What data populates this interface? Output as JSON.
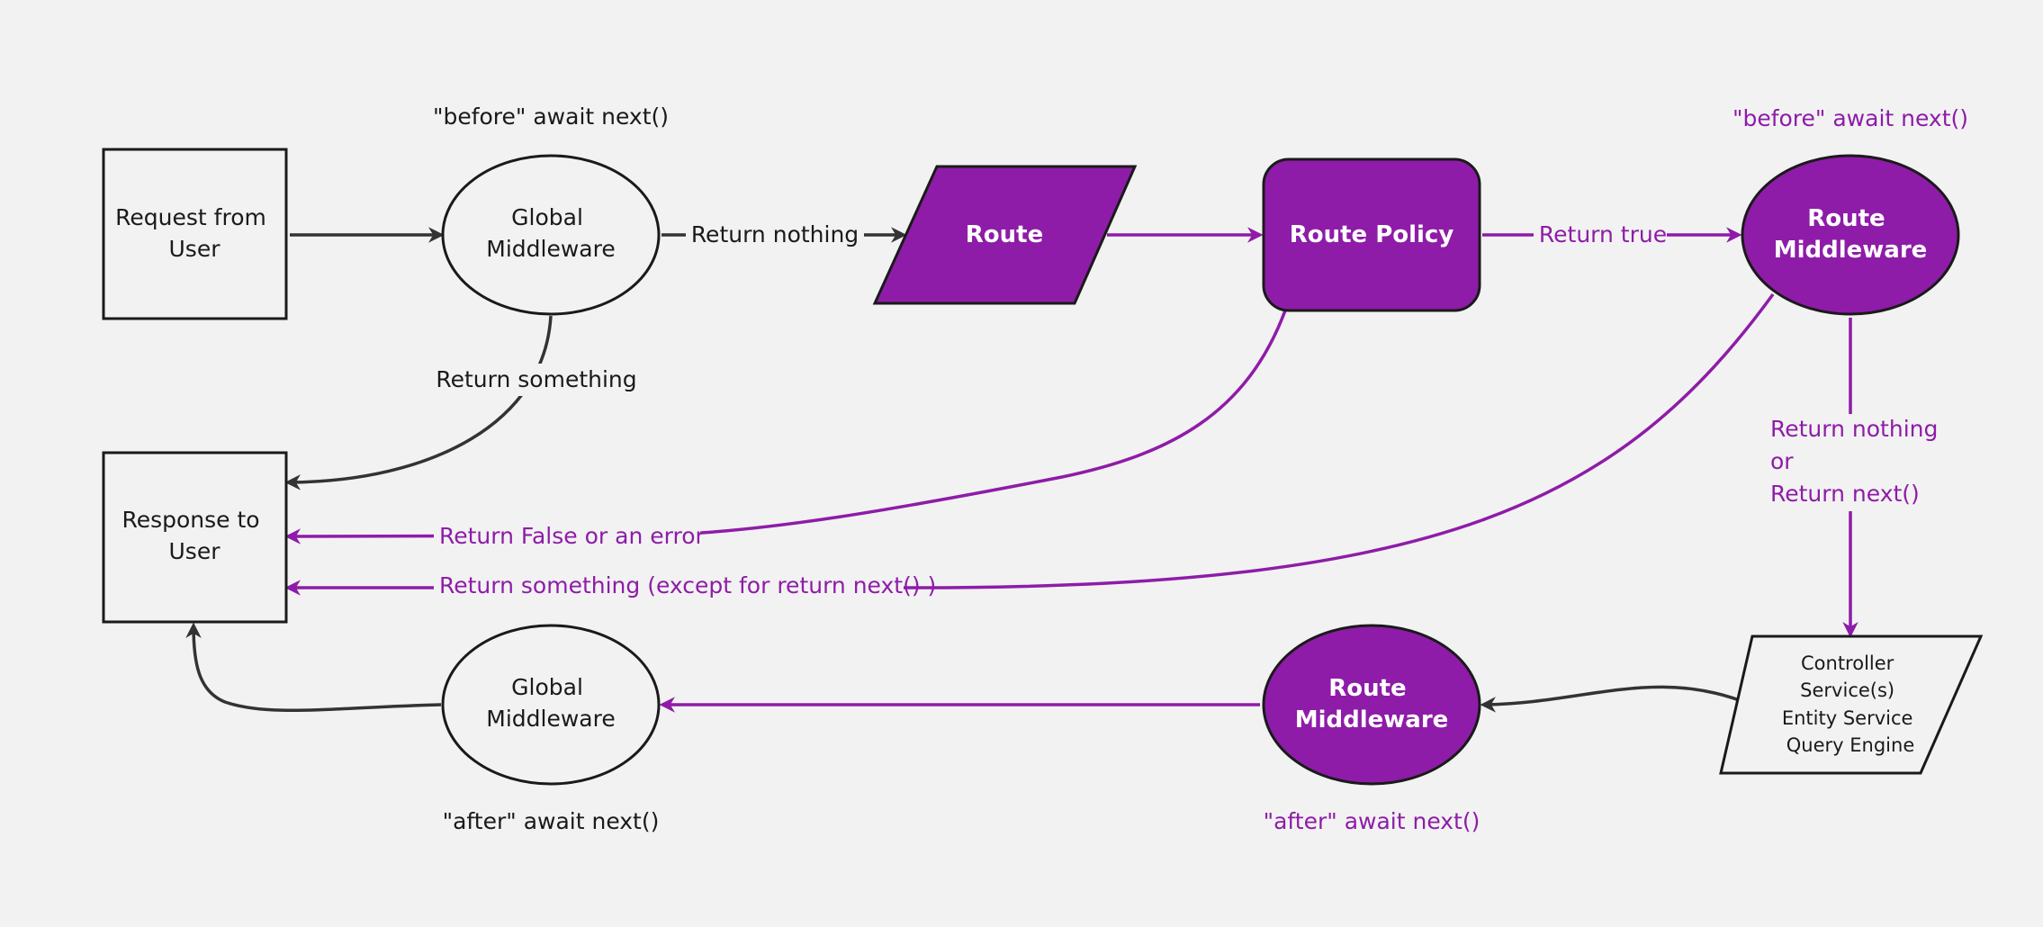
{
  "colors": {
    "background": "#f2f2f2",
    "accent_purple": "#8e1ca8",
    "node_outline": "#1a1a1a",
    "dark_edge": "#333333"
  },
  "nodes": {
    "request": [
      "Request from",
      "User"
    ],
    "response": [
      "Response to",
      "User"
    ],
    "global_mw_before": [
      "Global",
      "Middleware"
    ],
    "route": [
      "Route"
    ],
    "route_policy": [
      "Route Policy"
    ],
    "route_mw_before": [
      "Route",
      "Middleware"
    ],
    "controller": [
      "Controller",
      "Service(s)",
      "Entity Service",
      "Query Engine"
    ],
    "route_mw_after": [
      "Route",
      "Middleware"
    ],
    "global_mw_after": [
      "Global",
      "Middleware"
    ]
  },
  "annotations": {
    "global_before": "\"before\" await next()",
    "route_before": "\"before\" await next()",
    "global_after": "\"after\" await next()",
    "route_after": "\"after\" await next()"
  },
  "edge_labels": {
    "return_nothing": "Return nothing",
    "return_something": "Return something",
    "return_true": "Return true",
    "return_false_error": "Return False or an error",
    "return_something_except": "Return something (except for return next() )",
    "return_nothing_or_next": [
      "Return nothing",
      "or",
      "Return next()"
    ]
  }
}
